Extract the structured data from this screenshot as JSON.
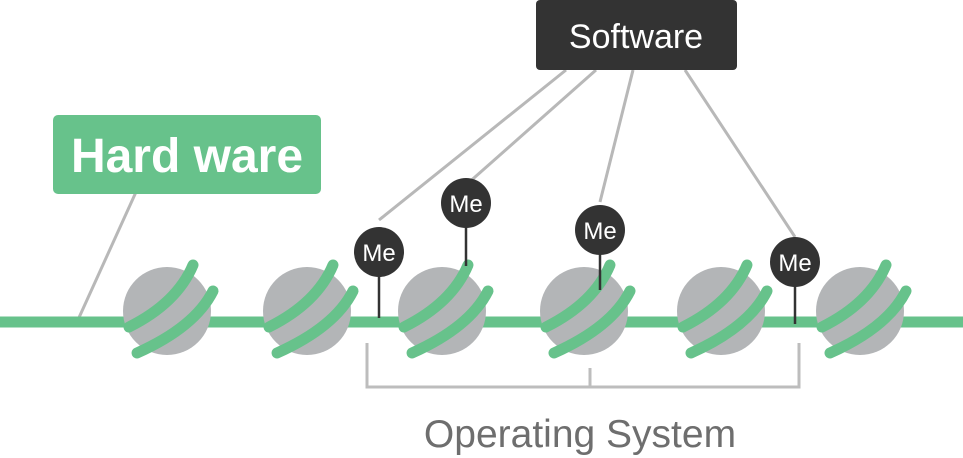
{
  "labels": {
    "hardware": "Hard ware",
    "software": "Software",
    "operating_system": "Operating System"
  },
  "markers": [
    "Me",
    "Me",
    "Me",
    "Me"
  ],
  "colors": {
    "green": "#67c28b",
    "grey_ball": "#b3b5b7",
    "dark": "#333333",
    "connector": "#b8b8b8",
    "bracket": "#bdbdbd",
    "os_text": "#6e6e6e"
  }
}
